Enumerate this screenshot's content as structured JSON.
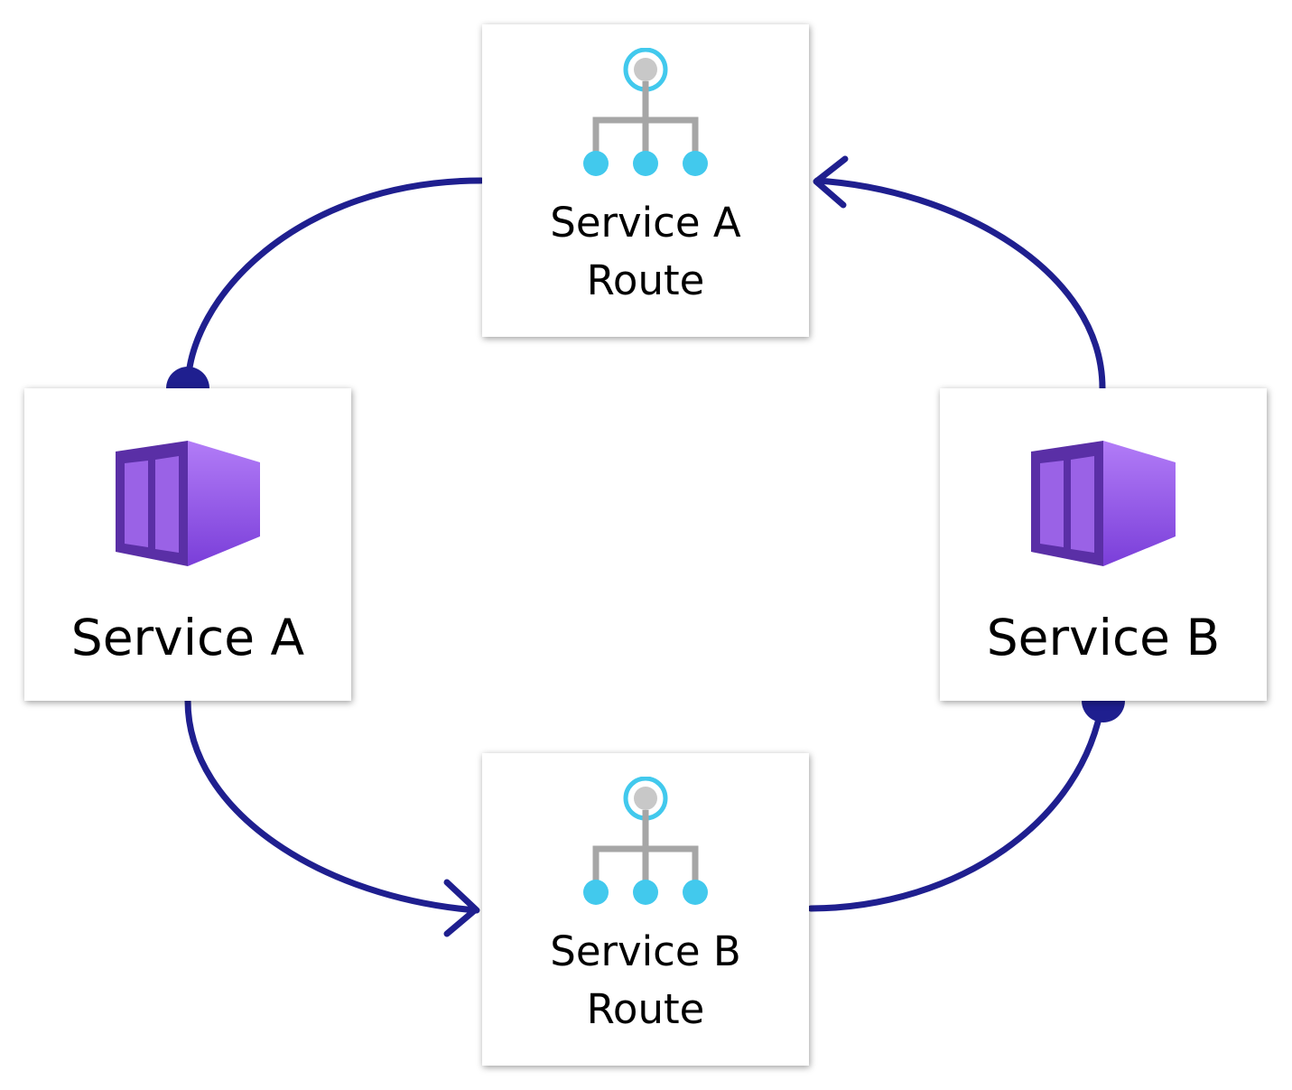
{
  "colors": {
    "connector": "#1f1f8f",
    "container_front": "#8a46e0",
    "container_side": "#5a2fa6",
    "route_grey": "#a6a6a6",
    "route_cyan": "#42c9ed"
  },
  "nodes": {
    "route_a": {
      "line1": "Service A",
      "line2": "Route",
      "icon": "route-network-icon"
    },
    "route_b": {
      "line1": "Service B",
      "line2": "Route",
      "icon": "route-network-icon"
    },
    "service_a": {
      "label": "Service A",
      "icon": "container-app-icon"
    },
    "service_b": {
      "label": "Service B",
      "icon": "container-app-icon"
    }
  },
  "edges": [
    {
      "from": "Service A",
      "to": "Service A Route",
      "start": "dot",
      "end": "none"
    },
    {
      "from": "Service B",
      "to": "Service A Route",
      "start": "none",
      "end": "arrow"
    },
    {
      "from": "Service A",
      "to": "Service B Route",
      "start": "none",
      "end": "arrow"
    },
    {
      "from": "Service B",
      "to": "Service B Route",
      "start": "dot",
      "end": "none"
    }
  ]
}
